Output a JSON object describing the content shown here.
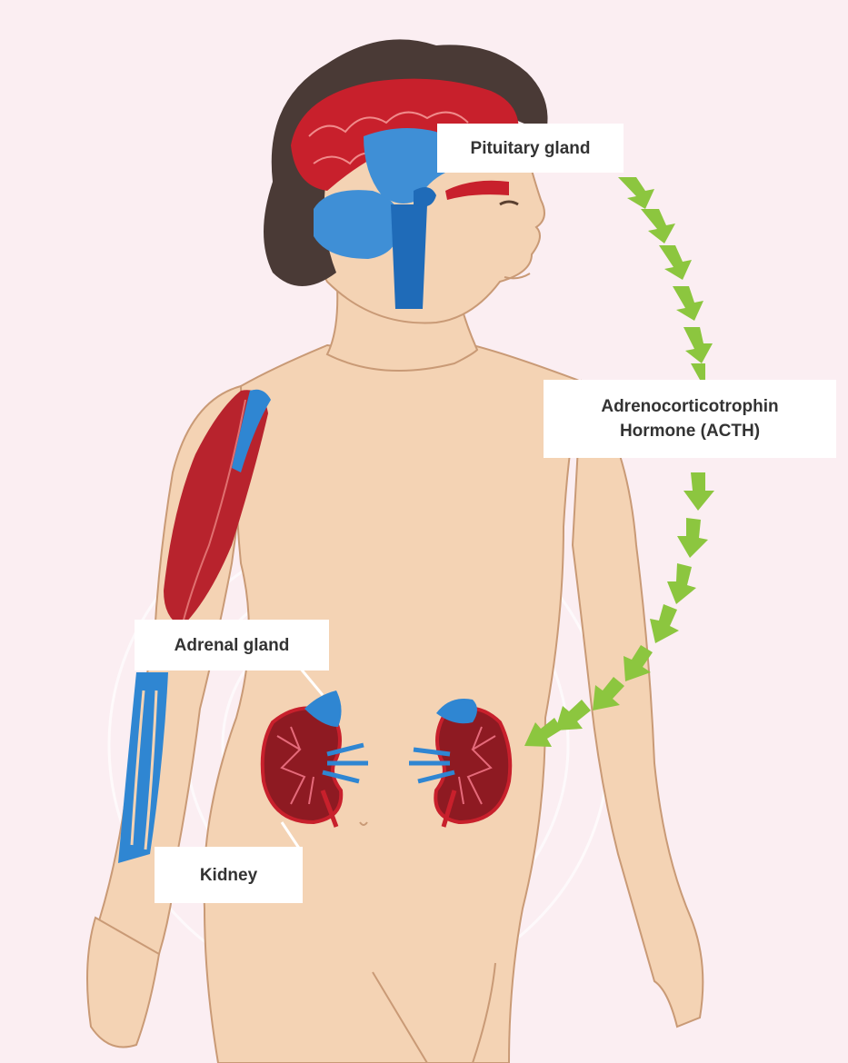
{
  "labels": {
    "pituitary": "Pituitary gland",
    "hormone_line1": "Adrenocorticotrophin",
    "hormone_line2": "Hormone (ACTH)",
    "adrenal": "Adrenal gland",
    "kidney": "Kidney"
  },
  "colors": {
    "background": "#fbeef2",
    "skin": "#f4d3b4",
    "skin_outline": "#c99a76",
    "hair": "#4a3a36",
    "brain_red": "#c8202c",
    "brain_blue": "#3f8fd6",
    "muscle_red": "#b8232d",
    "vein_blue": "#2f86d2",
    "hormone_arrow_green": "#8cc63f",
    "label_bg": "#ffffff"
  }
}
